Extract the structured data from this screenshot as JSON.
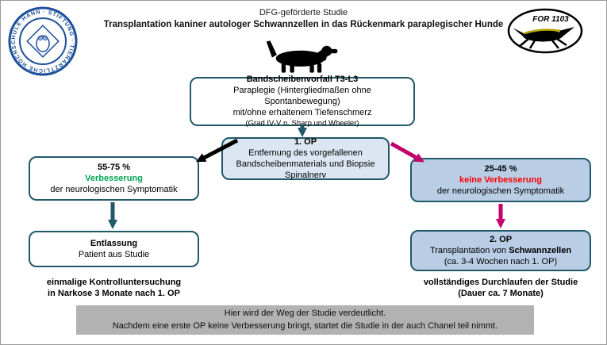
{
  "header": {
    "study_label": "DFG-geförderte Studie",
    "title": "Transplantation kaniner autologer Schwannzellen in das Rückenmark paraplegischer Hunde"
  },
  "logos": {
    "left_seal_text": "· STIFTUNG · TIERÄRZTLICHE HOCHSCHULE HANNOVER",
    "right_label": "FOR 1103"
  },
  "boxes": {
    "diagnosis": {
      "title": "Bandscheibenvorfall T3-L3",
      "line1": "Paraplegie (Hintergliedmaßen ohne Spontanbewegung)",
      "line2": "mit/ohne erhaltenem Tiefenschmerz",
      "line3": "(Grad IV-V n. Sharp und Wheeler)"
    },
    "op1": {
      "title": "1. OP",
      "line1": "Entfernung des vorgefallenen",
      "line2": "Bandscheibenmaterials und Biopsie Spinalnerv"
    },
    "improvement": {
      "percent": "55-75 %",
      "status": "Verbesserung",
      "line": "der neurologischen Symptomatik"
    },
    "no_improvement": {
      "percent": "25-45 %",
      "status": "keine Verbesserung",
      "line": "der neurologischen Symptomatik"
    },
    "discharge": {
      "title": "Entlassung",
      "line": "Patient aus Studie"
    },
    "op2": {
      "title": "2. OP",
      "line1_prefix": "Transplantation von ",
      "line1_bold": "Schwannzellen",
      "line2": "(ca. 3-4 Wochen nach 1. OP)"
    }
  },
  "notes": {
    "left_line1": "einmalige Kontrolluntersuchung",
    "left_line2": "in Narkose 3 Monate nach 1. OP",
    "right_line1": "vollständiges Durchlaufen der Studie",
    "right_line2": "(Dauer ca. 7 Monate)"
  },
  "caption": {
    "line1": "Hier wird der Weg der Studie verdeutlicht.",
    "line2": "Nachdem eine erste OP keine Verbesserung bringt, startet die Studie in der auch Chanel teil nimmt."
  },
  "colors": {
    "teal_border": "#215968",
    "light_blue_fill": "#dce6f2",
    "blue_gray_fill": "#b9cde5",
    "magenta_arrow": "#c4006a",
    "green_text": "#00a650",
    "red_text": "#ff0000",
    "caption_gray": "#b2b2b2"
  }
}
